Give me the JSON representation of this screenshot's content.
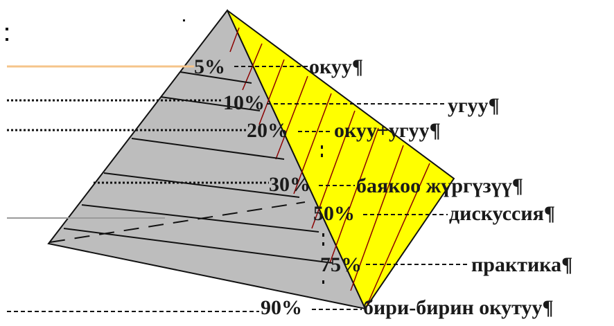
{
  "colors": {
    "gray_face": "#bdbdbd",
    "yellow_face": "#ffff00",
    "hatch": "#8b0000",
    "line": "#111111",
    "accent_orange": "#f5c48a",
    "accent_gray": "#9a9a9a"
  },
  "levels": [
    {
      "percent": "5%",
      "label": "окуу¶"
    },
    {
      "percent": "10%",
      "label": "угуу¶"
    },
    {
      "percent": "20%",
      "label": "окуу+угуу¶"
    },
    {
      "percent": "30%",
      "label": "баякоо жүргүзүү¶"
    },
    {
      "percent": "50%",
      "label": "дискуссия¶"
    },
    {
      "percent": "75%",
      "label": "практика¶"
    },
    {
      "percent": "90%",
      "label": "бири-бирин окутуу¶"
    }
  ]
}
